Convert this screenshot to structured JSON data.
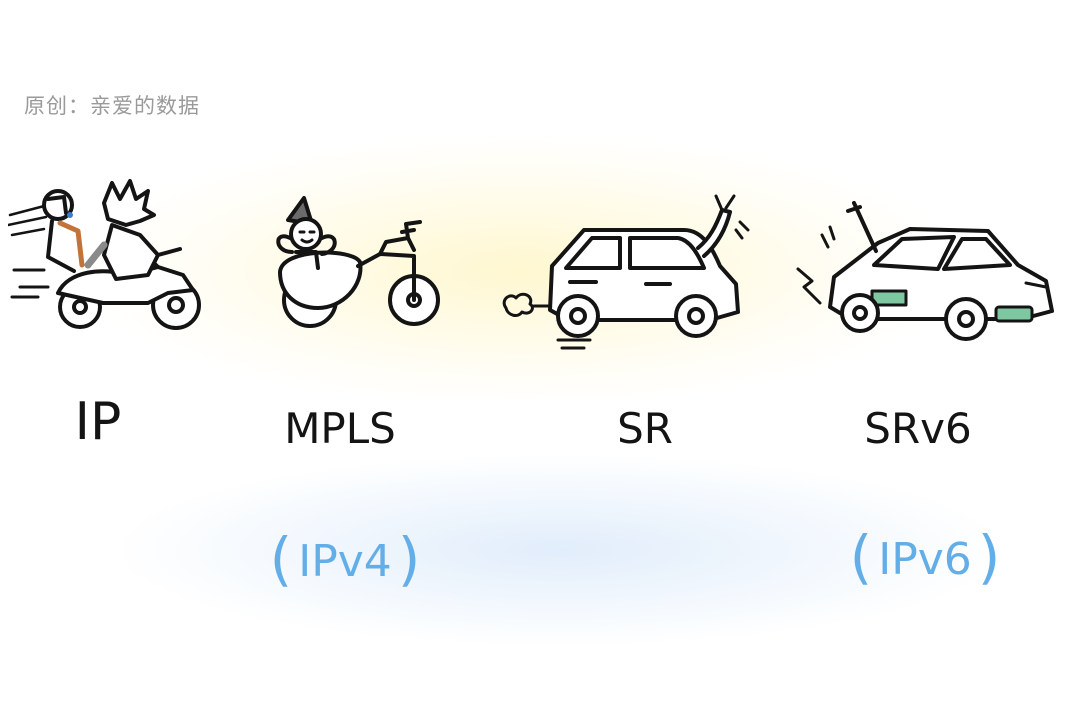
{
  "watermark": "原创：亲爱的数据",
  "labels": {
    "ip": "IP",
    "mpls": "MPLS",
    "sr": "SR",
    "srv6": "SRv6"
  },
  "versions": {
    "ipv4": "IPv4",
    "ipv6": "IPv6",
    "paren_open": "(",
    "paren_close": ")"
  },
  "colors": {
    "ink": "#141414",
    "accent_blue": "#64aee8",
    "plate_green": "#7fc7a0",
    "watermark_gray": "#9a9a9a",
    "glow_yellow": "#fff6c8",
    "glow_blue": "#dceafa"
  }
}
